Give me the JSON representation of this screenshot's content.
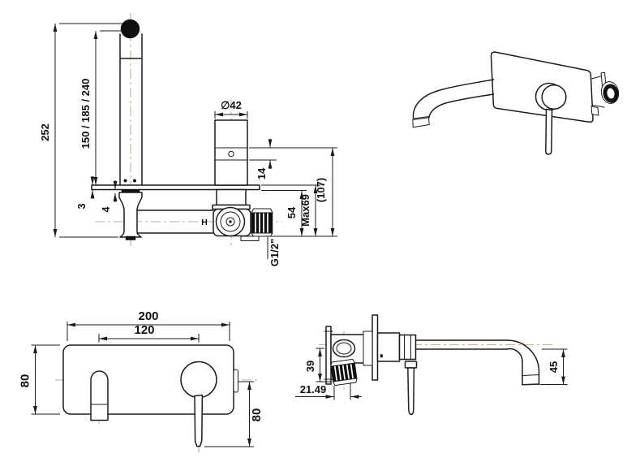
{
  "page": {
    "background": "#ffffff"
  },
  "palette": {
    "line": "#1c1c1c",
    "centerline": "#c6ae92",
    "text": "#111111"
  },
  "views": {
    "side_installed": {
      "name": "installed side section",
      "labels": {
        "overall_height": "252",
        "spout_heights": "150 / 185 / 240",
        "plate_thickness": "3",
        "base_gap": "4",
        "body_diameter": "∅42",
        "trim_depth": "14",
        "inlet_depth": "54",
        "max_depth": "Max69",
        "overall_depth": "(107)",
        "thread": "G1/2\"",
        "hot_marker": "H"
      }
    },
    "front": {
      "name": "front elevation",
      "labels": {
        "plate_width": "200",
        "spout_to_handle": "120",
        "plate_height": "80",
        "handle_drop": "80"
      }
    },
    "side_profile": {
      "name": "side profile",
      "labels": {
        "inlet_drop": "39",
        "inlet_offset": "21.49",
        "spout_drop": "45"
      }
    },
    "isometric": {
      "name": "perspective view"
    }
  }
}
